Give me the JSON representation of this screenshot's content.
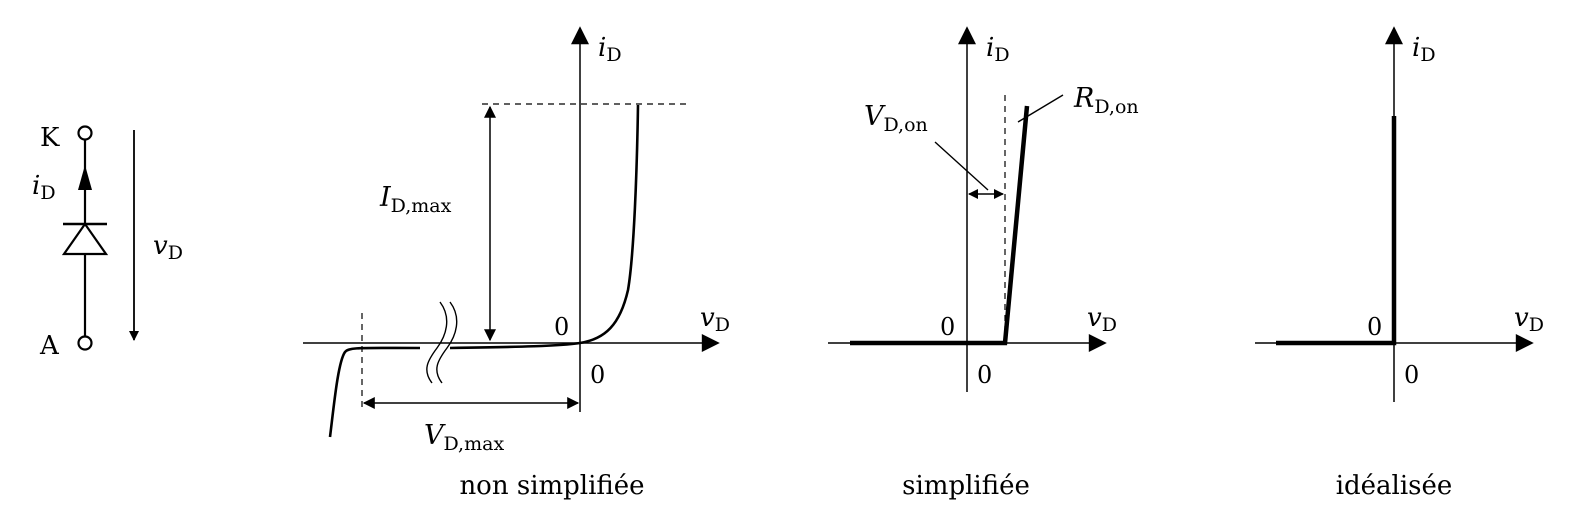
{
  "symbol": {
    "cathode_label": "K",
    "anode_label": "A",
    "current": {
      "main": "i",
      "sub": "D"
    },
    "voltage": {
      "main": "v",
      "sub": "D"
    }
  },
  "plot1": {
    "caption": "non simplifiée",
    "y_axis": {
      "main": "i",
      "sub": "D"
    },
    "x_axis": {
      "main": "v",
      "sub": "D"
    },
    "origin_x": "0",
    "origin_y": "0",
    "imax": {
      "main": "I",
      "sub": "D,max"
    },
    "vmax": {
      "main": "V",
      "sub": "D,max"
    }
  },
  "plot2": {
    "caption": "simplifiée",
    "y_axis": {
      "main": "i",
      "sub": "D"
    },
    "x_axis": {
      "main": "v",
      "sub": "D"
    },
    "origin_x": "0",
    "origin_y": "0",
    "von": {
      "main": "V",
      "sub": "D,on"
    },
    "ron": {
      "main": "R",
      "sub": "D,on"
    }
  },
  "plot3": {
    "caption": "idéalisée",
    "y_axis": {
      "main": "i",
      "sub": "D"
    },
    "x_axis": {
      "main": "v",
      "sub": "D"
    },
    "origin_x": "0",
    "origin_y": "0"
  }
}
